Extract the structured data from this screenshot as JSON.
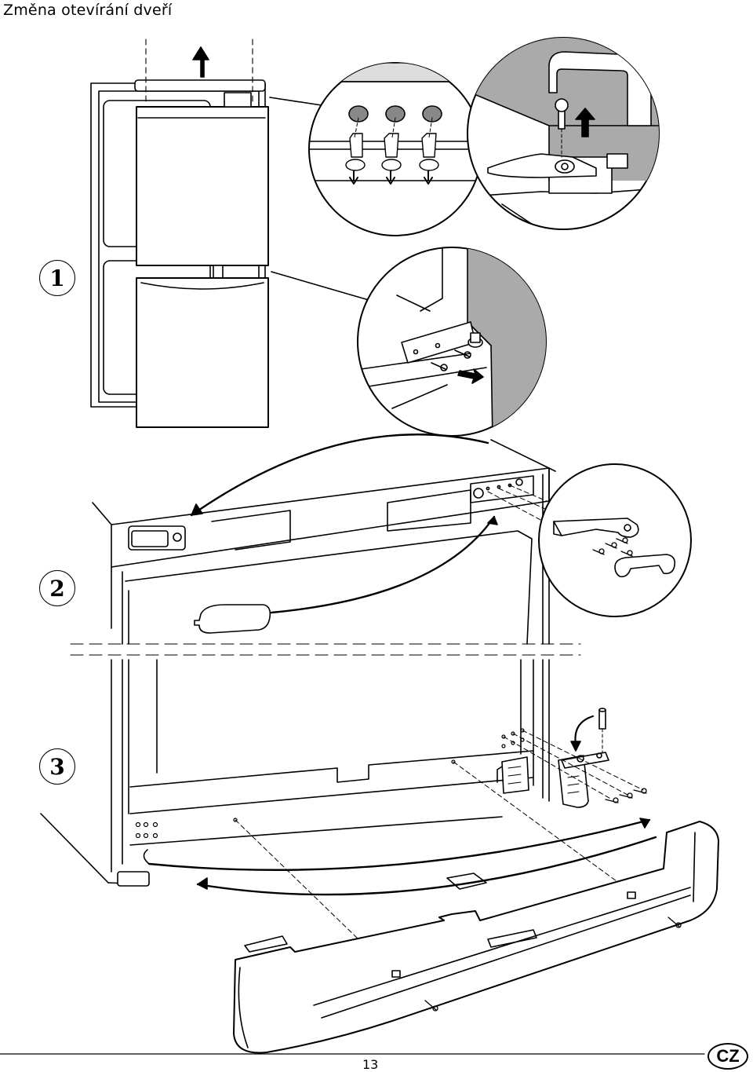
{
  "page": {
    "title": "Změna otevírání dveří",
    "page_number": "13",
    "language_badge": "CZ"
  },
  "steps": [
    {
      "number": "1"
    },
    {
      "number": "2"
    },
    {
      "number": "3"
    }
  ]
}
